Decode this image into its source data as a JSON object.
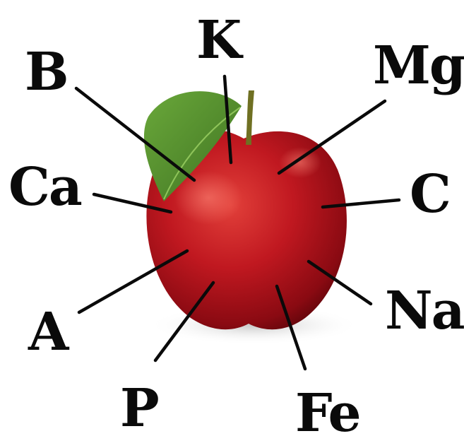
{
  "labels": {
    "k": "K",
    "b": "B",
    "mg": "Mg",
    "ca": "Ca",
    "c": "C",
    "a": "A",
    "na": "Na",
    "p": "P",
    "fe": "Fe"
  },
  "colors": {
    "background": "#ffffff",
    "apple_red": "#b8121b",
    "apple_dark": "#6e060c",
    "leaf_green": "#4f8a2a",
    "stem_olive": "#7a7a2a",
    "ink": "#0a0a0a"
  }
}
